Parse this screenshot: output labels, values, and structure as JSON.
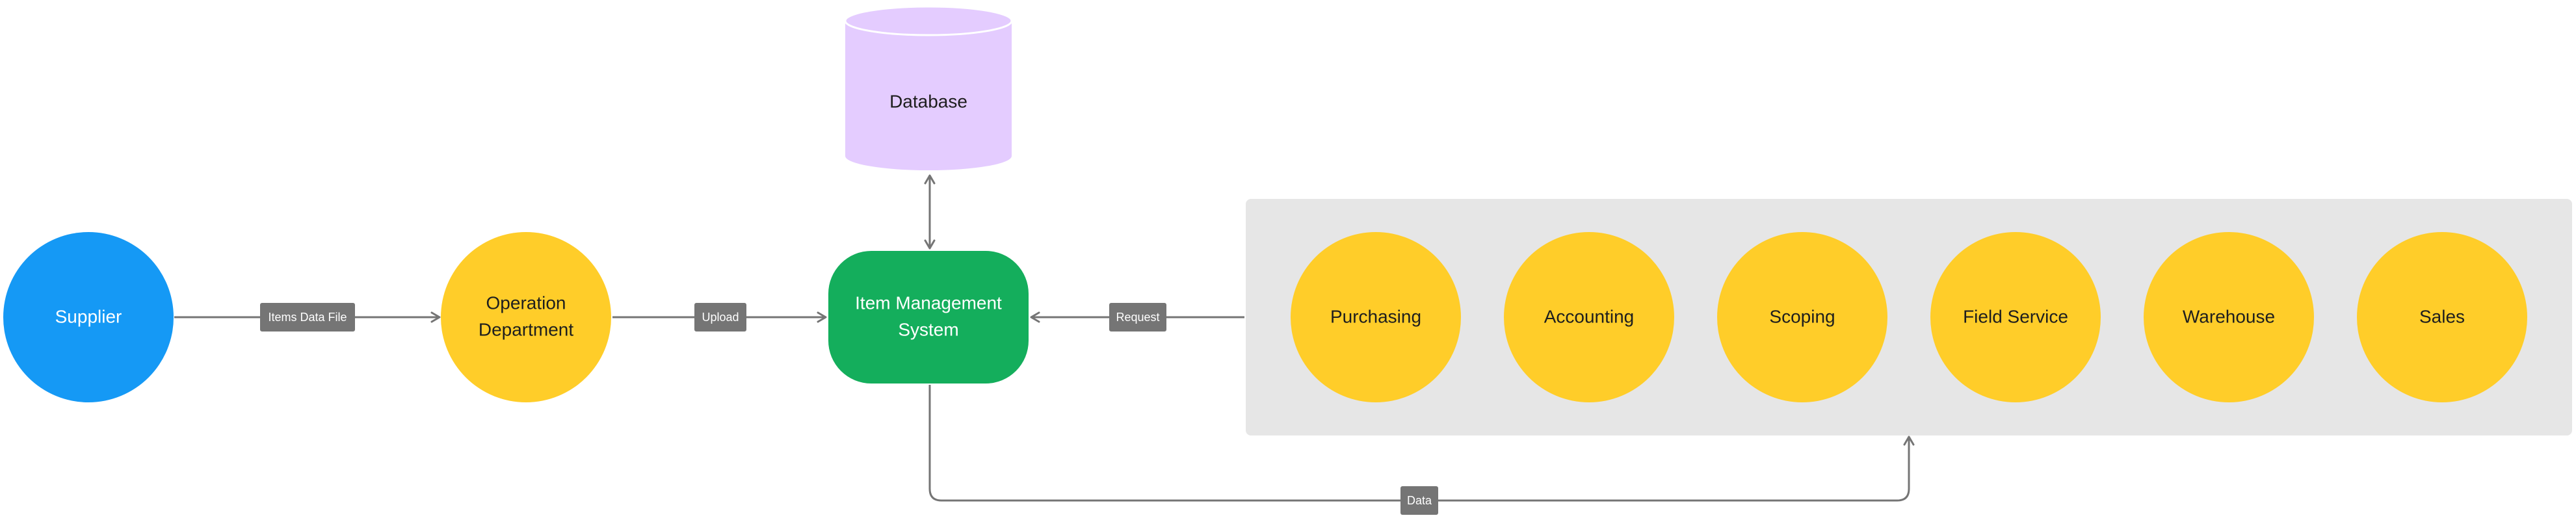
{
  "colors": {
    "supplier": "#1599F5",
    "department": "#FFCD29",
    "system": "#14AE5C",
    "database": "#E4CCFF",
    "group_background": "#E6E6E6",
    "connector": "#757575",
    "edge_label_background": "#757575",
    "text_dark": "#1E1E1E",
    "text_light": "#FFFFFF"
  },
  "nodes": {
    "supplier": "Supplier",
    "operation_department": [
      "Operation",
      "Department"
    ],
    "item_management_system": [
      "Item Management",
      "System"
    ],
    "database": "Database"
  },
  "departments": [
    "Purchasing",
    "Accounting",
    "Scoping",
    "Field Service",
    "Warehouse",
    "Sales"
  ],
  "edges": {
    "supplier_to_operation": "Items Data File",
    "operation_to_system": "Upload",
    "departments_to_system": "Request",
    "system_to_departments": "Data"
  }
}
